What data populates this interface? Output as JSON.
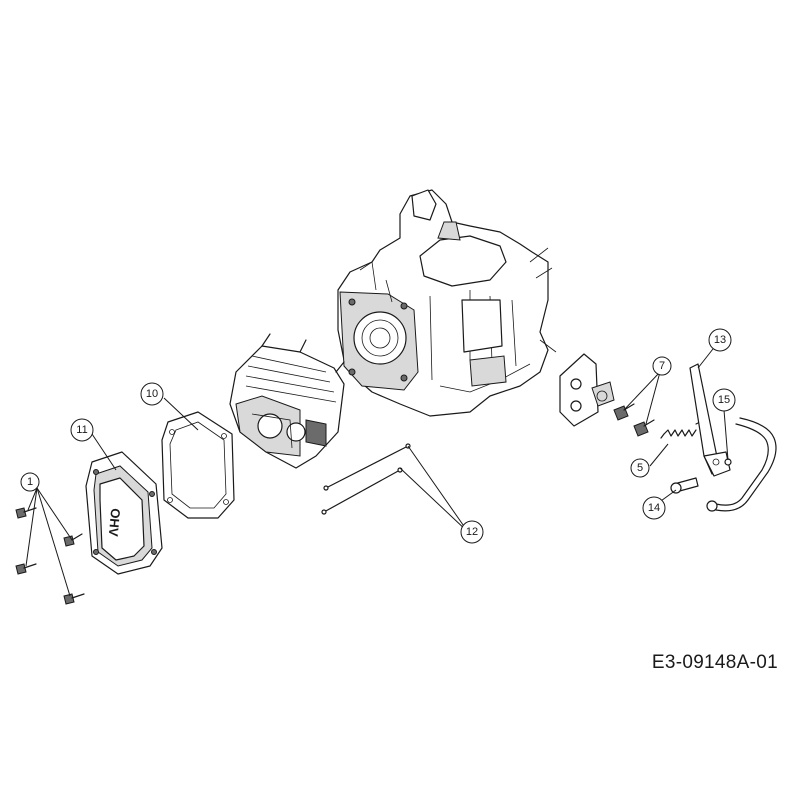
{
  "diagram": {
    "reference_code": "E3-09148A-01",
    "cover_lettering": "OHV",
    "highlight_color": "#f5d35a",
    "callouts": [
      {
        "id": "c1",
        "label": "1"
      },
      {
        "id": "c5",
        "label": "5"
      },
      {
        "id": "c7",
        "label": "7"
      },
      {
        "id": "c10",
        "label": "10"
      },
      {
        "id": "c11",
        "label": "11"
      },
      {
        "id": "c12",
        "label": "12"
      },
      {
        "id": "c13",
        "label": "13",
        "highlighted": true
      },
      {
        "id": "c14",
        "label": "14"
      },
      {
        "id": "c15",
        "label": "15"
      }
    ]
  }
}
